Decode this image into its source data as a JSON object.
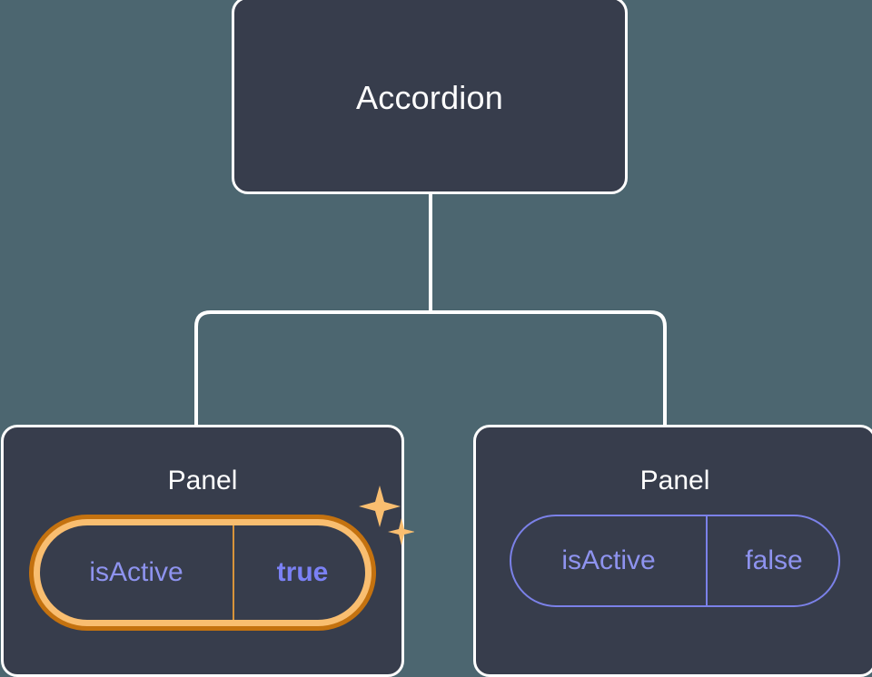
{
  "canvas": {
    "background_color": "#4c6670",
    "node_fill_color": "#373d4c",
    "node_border_color": "#ffffff",
    "connector_color": "#ffffff",
    "highlight_ring_outer_color": "#c4720f",
    "highlight_ring_inner_color": "#f9be70",
    "sparkle_color": "#f9be70",
    "prop_accent_color": "#8e93ef",
    "prop_value_active_color": "#7b81f5",
    "pill_border_color": "#7b81e8"
  },
  "tree": {
    "root": {
      "title": "Accordion"
    },
    "children": [
      {
        "title": "Panel",
        "highlighted": true,
        "prop": {
          "key": "isActive",
          "value": "true"
        },
        "sparkle_icons": [
          "sparkle-large-icon",
          "sparkle-small-icon"
        ]
      },
      {
        "title": "Panel",
        "highlighted": false,
        "prop": {
          "key": "isActive",
          "value": "false"
        }
      }
    ]
  }
}
